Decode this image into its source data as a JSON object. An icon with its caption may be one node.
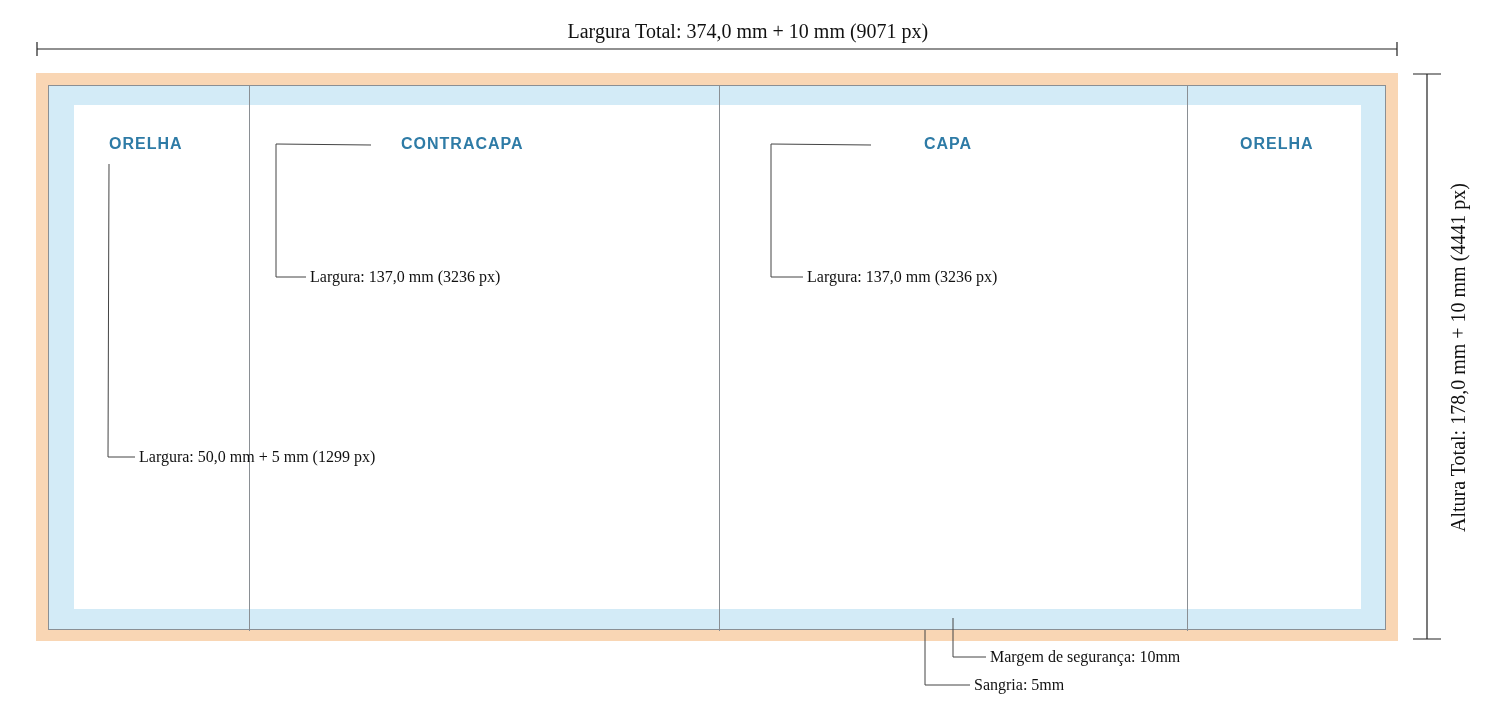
{
  "diagram": {
    "nodes": [
      {
        "text": [],
        "shape": "box"
      },
      {
        "text": [],
        "shape": "box",
        "in": 0
      },
      {
        "text": [
          "ORELHA"
        ],
        "in": 1
      },
      {
        "text": [
          "CONTRACAPA"
        ],
        "in": 1
      },
      {
        "text": [
          "CAPA"
        ],
        "in": 1
      },
      {
        "text": [
          "ORELHA"
        ],
        "in": 1
      },
      {
        "text": [
          "Largura: 50,0 mm + 5 mm (1299 px)"
        ],
        "in": 1
      },
      {
        "text": [
          "Largura: 137,0 mm (3236 px)"
        ],
        "in": 3
      },
      {
        "text": [
          "Largura: 137,0 mm (3236 px)"
        ],
        "in": 4
      },
      {
        "text": [
          "Margem de segurança: 10mm"
        ]
      },
      {
        "text": [
          "Sangria: 5mm"
        ]
      }
    ],
    "edges": [
      {
        "from": 6,
        "to": 2,
        "arrow": "none"
      },
      {
        "from": 7,
        "to": 3,
        "arrow": "none"
      },
      {
        "from": 8,
        "to": 4,
        "arrow": "none"
      },
      {
        "from": 9,
        "to": 1,
        "arrow": "none"
      },
      {
        "from": 10,
        "to": 0,
        "arrow": "none"
      }
    ],
    "labels": [
      "Largura Total: 374,0 mm + 10 mm (9071 px)",
      "Altura Total: 178,0 mm + 10 mm (4441 px)"
    ]
  }
}
